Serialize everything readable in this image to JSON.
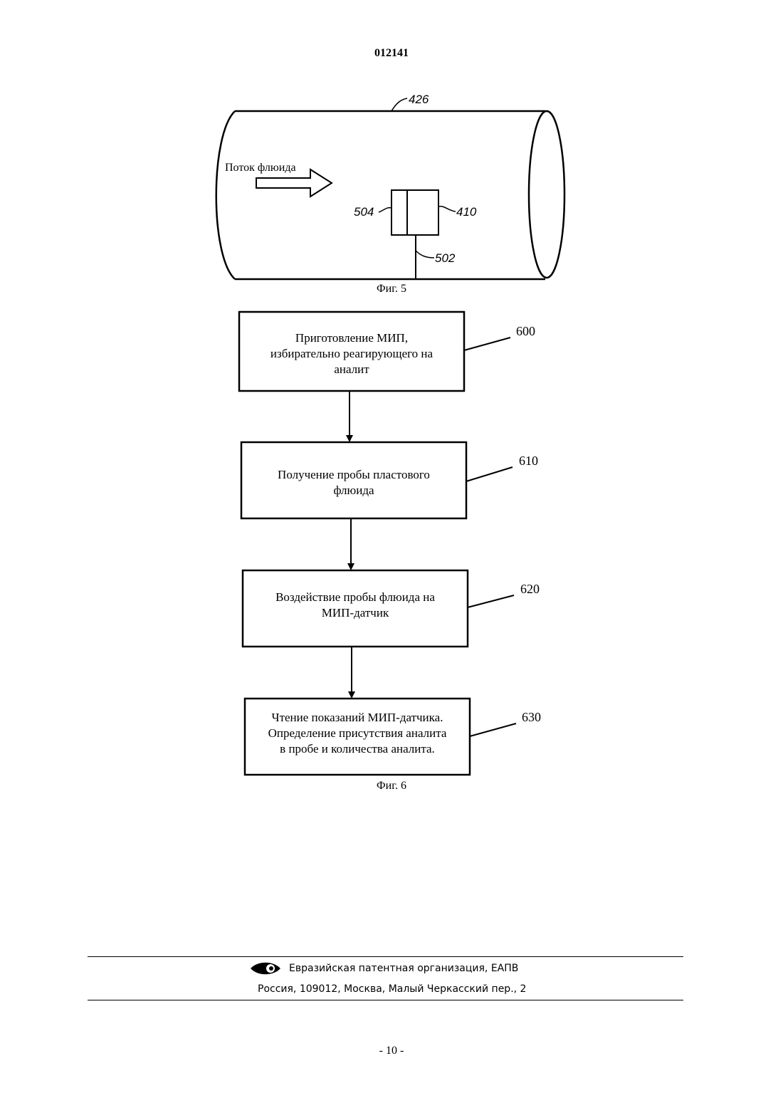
{
  "header": {
    "patent_number": "012141"
  },
  "figure5": {
    "caption": "Фиг. 5",
    "flow_label": "Поток флюида",
    "refs": {
      "pipe": "426",
      "left_part": "504",
      "sensor": "410",
      "stem": "502"
    }
  },
  "figure6": {
    "caption": "Фиг. 6",
    "steps": [
      {
        "ref": "600",
        "lines": [
          "Приготовление МИП,",
          "избирательно реагирующего на",
          "аналит"
        ]
      },
      {
        "ref": "610",
        "lines": [
          "Получение пробы пластового",
          "флюида"
        ]
      },
      {
        "ref": "620",
        "lines": [
          "Воздействие пробы флюида на",
          "МИП-датчик"
        ]
      },
      {
        "ref": "630",
        "lines": [
          "Чтение показаний МИП-датчика.",
          "Определение присутствия аналита",
          "в пробе и количества аналита."
        ]
      }
    ]
  },
  "footer": {
    "organization": "Евразийская патентная организация, ЕАПВ",
    "address": "Россия, 109012, Москва, Малый Черкасский пер., 2",
    "page_number": "- 10 -"
  }
}
